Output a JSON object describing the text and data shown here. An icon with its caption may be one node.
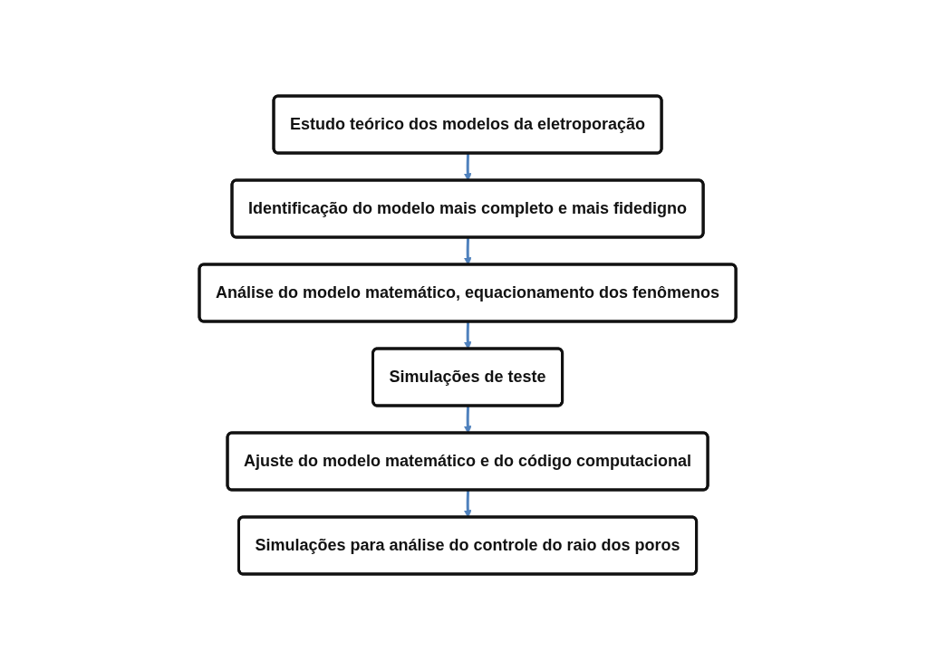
{
  "diagram": {
    "nodes": [
      {
        "text": [
          "Estudo teórico dos modelos da eletroporação"
        ]
      },
      {
        "text": [
          "Identificação do modelo mais completo e mais fidedigno"
        ]
      },
      {
        "text": [
          "Análise do modelo matemático, equacionamento dos fenômenos"
        ]
      },
      {
        "text": [
          "Simulações de teste"
        ]
      },
      {
        "text": [
          "Ajuste do modelo matemático e do código computacional"
        ]
      },
      {
        "text": [
          "Simulações para análise do controle do raio dos poros"
        ]
      }
    ],
    "edges": [
      {
        "from": 0,
        "to": 1,
        "arrow": "to"
      },
      {
        "from": 1,
        "to": 2,
        "arrow": "to"
      },
      {
        "from": 2,
        "to": 3,
        "arrow": "to"
      },
      {
        "from": 3,
        "to": 4,
        "arrow": "to"
      },
      {
        "from": 4,
        "to": 5,
        "arrow": "to"
      }
    ]
  }
}
